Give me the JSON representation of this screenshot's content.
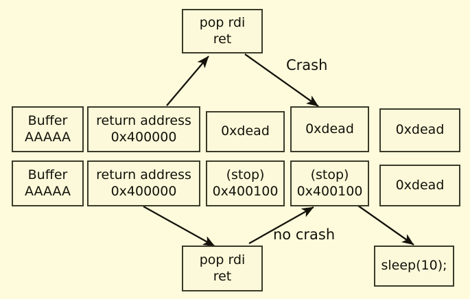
{
  "diagram": {
    "title": "ROP chain stack overflow crash / no-crash comparison",
    "background_color": "#fdfbdc",
    "box_fill_color": "#fcf9da",
    "box_border_color": "#3a3a28",
    "text_color": "#111008",
    "gadget_top": {
      "line1": "pop rdi",
      "line2": "ret"
    },
    "gadget_bottom": {
      "line1": "pop rdi",
      "line2": "ret"
    },
    "row1": [
      {
        "line1": "Buffer",
        "line2": "AAAAA"
      },
      {
        "line1": "return address",
        "line2": "0x400000"
      },
      {
        "line1": "",
        "line2": "0xdead"
      },
      {
        "line1": "",
        "line2": "0xdead"
      },
      {
        "line1": "",
        "line2": "0xdead"
      }
    ],
    "row2": [
      {
        "line1": "Buffer",
        "line2": "AAAAA"
      },
      {
        "line1": "return address",
        "line2": "0x400000"
      },
      {
        "line1": "(stop)",
        "line2": "0x400100"
      },
      {
        "line1": "(stop)",
        "line2": "0x400100"
      },
      {
        "line1": "",
        "line2": "0xdead"
      }
    ],
    "sleep_box": {
      "line1": "",
      "line2": "sleep(10);"
    },
    "labels": {
      "crash": "Crash",
      "no_crash": "no crash"
    }
  }
}
